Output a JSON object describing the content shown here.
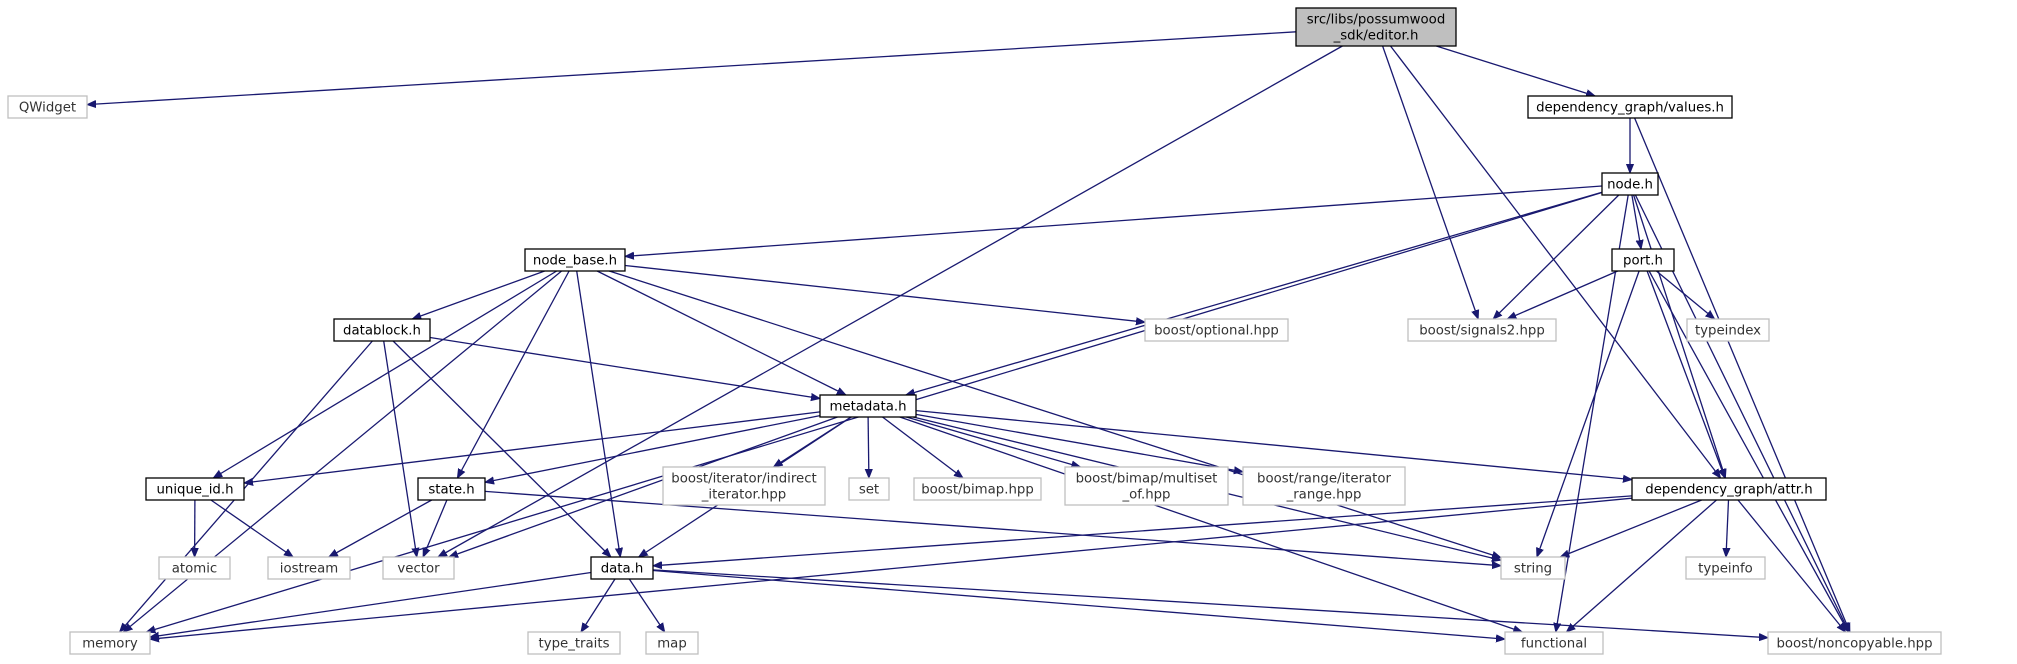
{
  "diagram": {
    "type": "include-dependency-graph",
    "nodes": [
      {
        "id": "editor",
        "lines": [
          "src/libs/possumwood",
          "_sdk/editor.h"
        ],
        "kind": "root"
      },
      {
        "id": "qwidget",
        "lines": [
          "QWidget"
        ],
        "kind": "external"
      },
      {
        "id": "values",
        "lines": [
          "dependency_graph/values.h"
        ],
        "kind": "internal"
      },
      {
        "id": "node",
        "lines": [
          "node.h"
        ],
        "kind": "internal"
      },
      {
        "id": "node_base",
        "lines": [
          "node_base.h"
        ],
        "kind": "internal"
      },
      {
        "id": "port",
        "lines": [
          "port.h"
        ],
        "kind": "internal"
      },
      {
        "id": "signals2",
        "lines": [
          "boost/signals2.hpp"
        ],
        "kind": "external"
      },
      {
        "id": "typeindex",
        "lines": [
          "typeindex"
        ],
        "kind": "external"
      },
      {
        "id": "datablock",
        "lines": [
          "datablock.h"
        ],
        "kind": "internal"
      },
      {
        "id": "optional",
        "lines": [
          "boost/optional.hpp"
        ],
        "kind": "external"
      },
      {
        "id": "metadata",
        "lines": [
          "metadata.h"
        ],
        "kind": "internal"
      },
      {
        "id": "unique_id",
        "lines": [
          "unique_id.h"
        ],
        "kind": "internal"
      },
      {
        "id": "state",
        "lines": [
          "state.h"
        ],
        "kind": "internal"
      },
      {
        "id": "indirect_iterator",
        "lines": [
          "boost/iterator/indirect",
          "_iterator.hpp"
        ],
        "kind": "external"
      },
      {
        "id": "set",
        "lines": [
          "set"
        ],
        "kind": "external"
      },
      {
        "id": "bimap",
        "lines": [
          "boost/bimap.hpp"
        ],
        "kind": "external"
      },
      {
        "id": "multiset_of",
        "lines": [
          "boost/bimap/multiset",
          "_of.hpp"
        ],
        "kind": "external"
      },
      {
        "id": "iterator_range",
        "lines": [
          "boost/range/iterator",
          "_range.hpp"
        ],
        "kind": "external"
      },
      {
        "id": "attr",
        "lines": [
          "dependency_graph/attr.h"
        ],
        "kind": "internal"
      },
      {
        "id": "atomic",
        "lines": [
          "atomic"
        ],
        "kind": "external"
      },
      {
        "id": "iostream",
        "lines": [
          "iostream"
        ],
        "kind": "external"
      },
      {
        "id": "vector",
        "lines": [
          "vector"
        ],
        "kind": "external"
      },
      {
        "id": "data",
        "lines": [
          "data.h"
        ],
        "kind": "internal"
      },
      {
        "id": "string",
        "lines": [
          "string"
        ],
        "kind": "external"
      },
      {
        "id": "typeinfo",
        "lines": [
          "typeinfo"
        ],
        "kind": "external"
      },
      {
        "id": "memory",
        "lines": [
          "memory"
        ],
        "kind": "external"
      },
      {
        "id": "type_traits",
        "lines": [
          "type_traits"
        ],
        "kind": "external"
      },
      {
        "id": "map",
        "lines": [
          "map"
        ],
        "kind": "external"
      },
      {
        "id": "functional",
        "lines": [
          "functional"
        ],
        "kind": "external"
      },
      {
        "id": "noncopyable",
        "lines": [
          "boost/noncopyable.hpp"
        ],
        "kind": "external"
      }
    ],
    "edges": [
      [
        "editor",
        "qwidget"
      ],
      [
        "editor",
        "vector"
      ],
      [
        "editor",
        "values"
      ],
      [
        "editor",
        "signals2"
      ],
      [
        "editor",
        "attr"
      ],
      [
        "values",
        "node"
      ],
      [
        "values",
        "noncopyable"
      ],
      [
        "node",
        "memory"
      ],
      [
        "node",
        "node_base"
      ],
      [
        "node",
        "metadata"
      ],
      [
        "node",
        "signals2"
      ],
      [
        "node",
        "port"
      ],
      [
        "node",
        "attr"
      ],
      [
        "node",
        "functional"
      ],
      [
        "node",
        "noncopyable"
      ],
      [
        "node_base",
        "memory"
      ],
      [
        "node_base",
        "unique_id"
      ],
      [
        "node_base",
        "datablock"
      ],
      [
        "node_base",
        "state"
      ],
      [
        "node_base",
        "data"
      ],
      [
        "node_base",
        "metadata"
      ],
      [
        "node_base",
        "string"
      ],
      [
        "node_base",
        "optional"
      ],
      [
        "port",
        "signals2"
      ],
      [
        "port",
        "typeindex"
      ],
      [
        "port",
        "string"
      ],
      [
        "port",
        "attr"
      ],
      [
        "port",
        "noncopyable"
      ],
      [
        "datablock",
        "memory"
      ],
      [
        "datablock",
        "vector"
      ],
      [
        "datablock",
        "data"
      ],
      [
        "datablock",
        "metadata"
      ],
      [
        "metadata",
        "unique_id"
      ],
      [
        "metadata",
        "state"
      ],
      [
        "metadata",
        "vector"
      ],
      [
        "metadata",
        "data"
      ],
      [
        "metadata",
        "indirect_iterator"
      ],
      [
        "metadata",
        "set"
      ],
      [
        "metadata",
        "bimap"
      ],
      [
        "metadata",
        "multiset_of"
      ],
      [
        "metadata",
        "iterator_range"
      ],
      [
        "metadata",
        "string"
      ],
      [
        "metadata",
        "functional"
      ],
      [
        "metadata",
        "attr"
      ],
      [
        "unique_id",
        "atomic"
      ],
      [
        "unique_id",
        "iostream"
      ],
      [
        "state",
        "iostream"
      ],
      [
        "state",
        "vector"
      ],
      [
        "state",
        "string"
      ],
      [
        "attr",
        "data"
      ],
      [
        "attr",
        "string"
      ],
      [
        "attr",
        "memory"
      ],
      [
        "attr",
        "functional"
      ],
      [
        "attr",
        "typeinfo"
      ],
      [
        "attr",
        "noncopyable"
      ],
      [
        "data",
        "memory"
      ],
      [
        "data",
        "type_traits"
      ],
      [
        "data",
        "map"
      ],
      [
        "data",
        "functional"
      ],
      [
        "data",
        "noncopyable"
      ]
    ]
  }
}
